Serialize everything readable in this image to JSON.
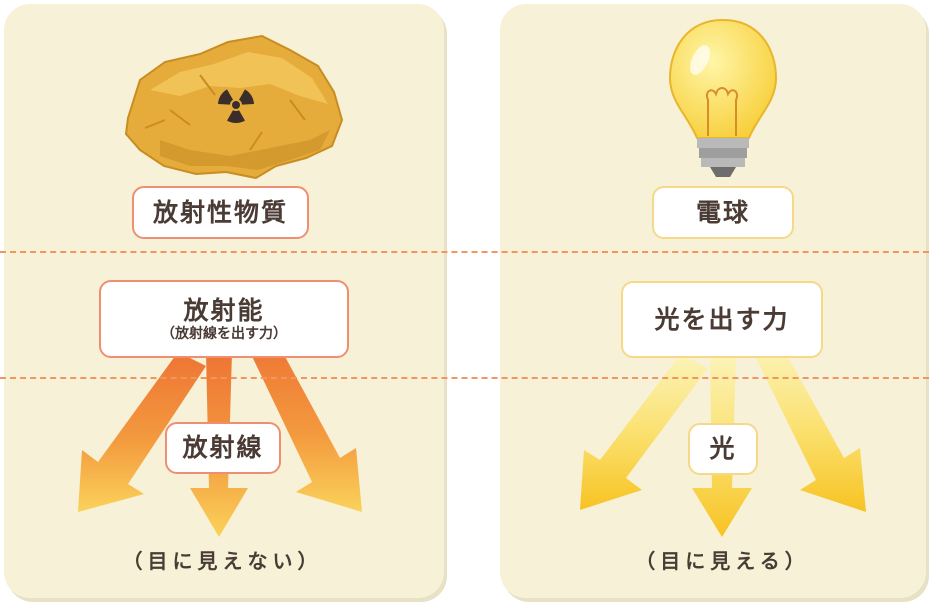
{
  "left_panel": {
    "source_label": "放射性物質",
    "ability_label": "放射能",
    "ability_sub": "（放射線を出す力）",
    "emission_label": "放射線",
    "caption": "（目に見えない）"
  },
  "right_panel": {
    "source_label": "電球",
    "ability_label": "光を出す力",
    "emission_label": "光",
    "caption": "（目に見える）"
  },
  "icons": {
    "left_source": "radioactive-rock-icon",
    "right_source": "light-bulb-icon",
    "radiation_mark": "radiation-symbol-icon"
  },
  "colors": {
    "panel_bg": "#f7f1d7",
    "radio_border": "#ee8f72",
    "light_border": "#f6d889",
    "dashed_line": "#f29661",
    "text": "#4a3b34"
  }
}
